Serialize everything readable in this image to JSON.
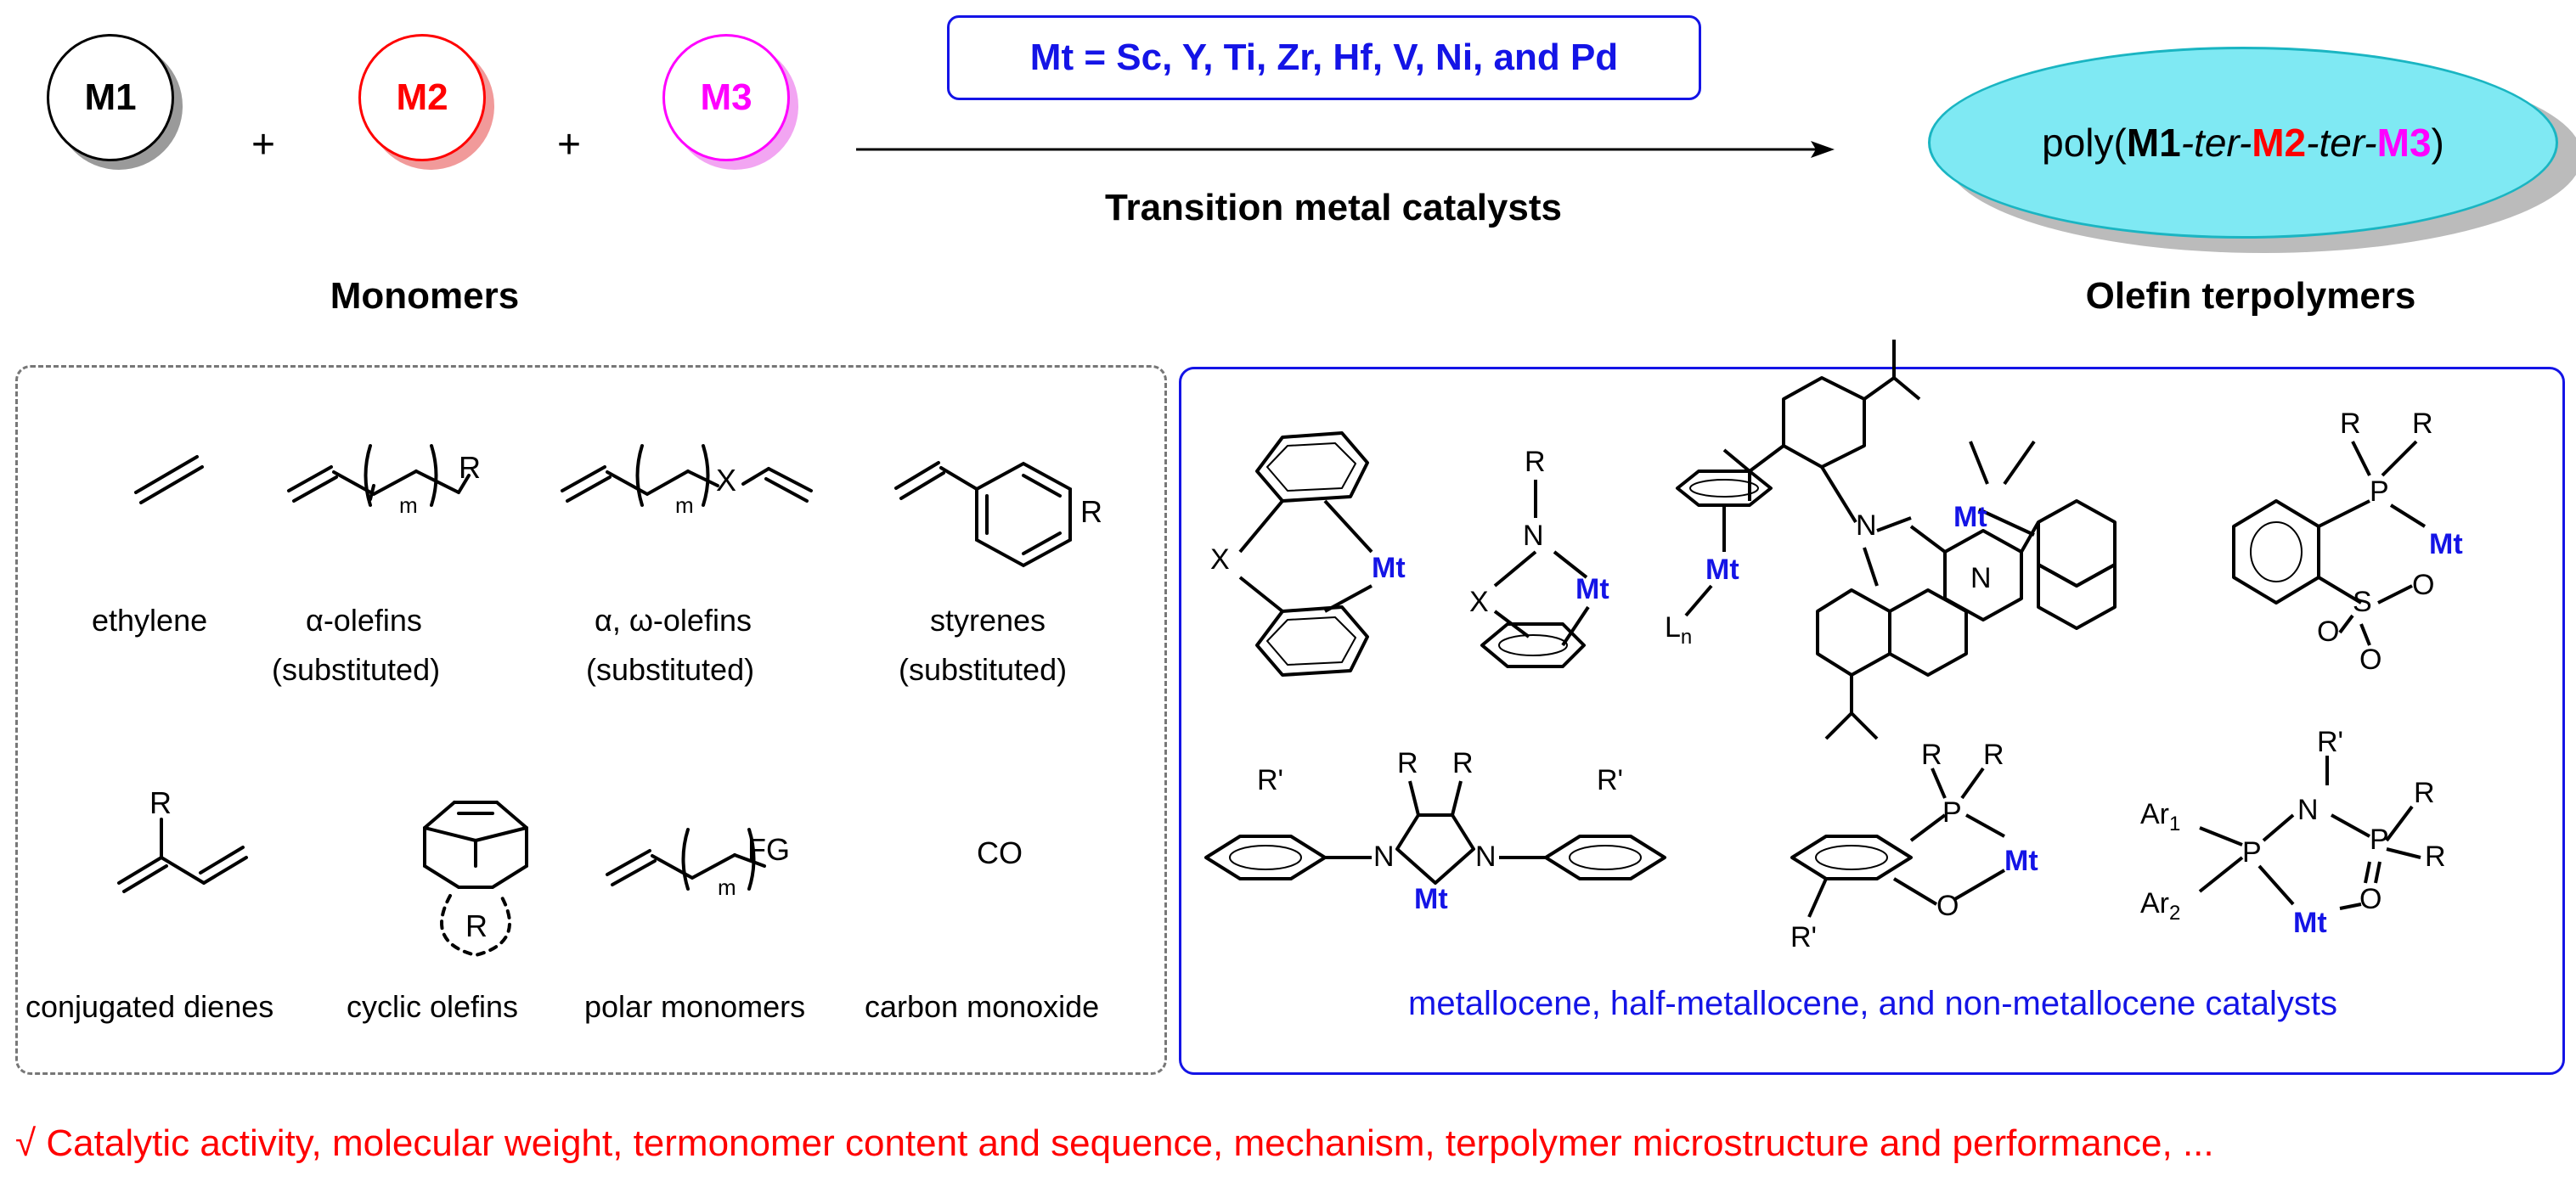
{
  "top": {
    "m1": "M1",
    "plus1": "+",
    "m2": "M2",
    "plus2": "+",
    "m3": "M3",
    "metals": "Mt = Sc, Y, Ti, Zr, Hf, V, Ni, and Pd",
    "catalysts_label": "Transition metal catalysts",
    "monomers_label": "Monomers",
    "product_prefix": "poly(",
    "product_m1": "M1",
    "product_ter1": "-ter-",
    "product_m2": "M2",
    "product_ter2": "-ter-",
    "product_m3": "M3",
    "product_suffix": ")",
    "product_label": "Olefin terpolymers"
  },
  "monomers_panel": {
    "ethylene": "ethylene",
    "alpha_olefins": "α-olefins",
    "alpha_olefins_sub": "(substituted)",
    "aw_olefins": "α, ω-olefins",
    "aw_olefins_sub": "(substituted)",
    "styrenes": "styrenes",
    "styrenes_sub": "(substituted)",
    "dienes": "conjugated dienes",
    "cyclic": "cyclic olefins",
    "polar": "polar monomers",
    "co_label": "carbon monoxide",
    "co_formula": "CO",
    "sub_R": "R",
    "sub_m": "m",
    "sub_X": "X",
    "sub_FG": "FG"
  },
  "catalyst_panel": {
    "caption": "metallocene, half-metallocene, and non-metallocene catalysts",
    "mt": "Mt",
    "x": "X",
    "r": "R",
    "r_prime": "R'",
    "n": "N",
    "p": "P",
    "o": "O",
    "s": "S",
    "l": "L",
    "l_sub": "n",
    "ar1": "Ar",
    "ar1_sub": "1",
    "ar2": "Ar",
    "ar2_sub": "2"
  },
  "footer": {
    "text": "√ Catalytic activity, molecular weight, termonomer content and sequence, mechanism, terpolymer microstructure and performance, ..."
  },
  "colors": {
    "m1": "#000000",
    "m2": "#ff0000",
    "m3": "#ff00ff",
    "blue": "#1414e6",
    "product_fill": "#7fe9f3",
    "footer": "#ff0000",
    "dash_border": "#777777"
  }
}
